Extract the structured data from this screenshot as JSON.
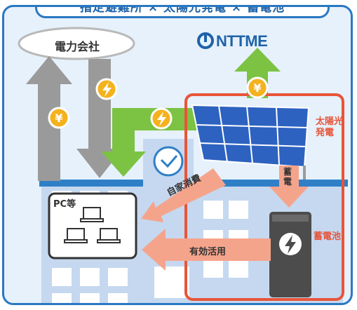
{
  "title": "指定避難所 × 太陽光発電 × 蓄電池",
  "utility": {
    "label": "電力会社"
  },
  "brand": {
    "label": "NTTME",
    "color": "#1f63a8"
  },
  "labels": {
    "solar": "太陽光\n発電",
    "storage_arrow": "蓄\n電",
    "battery": "蓄電池",
    "pc": "PC等",
    "self_consumption": "自家消費",
    "effective_use": "有効活用"
  },
  "icons": {
    "yen": "¥",
    "bolt": "lightning-bolt"
  },
  "colors": {
    "frame": "#2a78c2",
    "background": "#e6f1fb",
    "grid_arrow": "#9a9a9a",
    "green_arrow": "#7cc243",
    "salmon_arrow": "#f5a48c",
    "highlight": "#e8553a",
    "coin": "#f4b21e",
    "battery": "#4c4c4c"
  }
}
